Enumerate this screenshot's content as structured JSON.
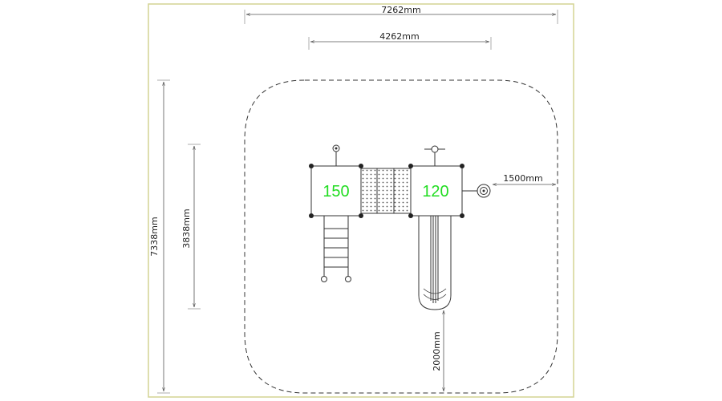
{
  "dimensions": {
    "overall_width": "7262mm",
    "structure_width": "4262mm",
    "overall_length": "7338mm",
    "structure_length": "3838mm",
    "side_clearance": "1500mm",
    "slide_clearance": "2000mm"
  },
  "platforms": {
    "left_height": "150",
    "right_height": "120"
  },
  "colors": {
    "frame": "#d4d493",
    "height_label": "#22dd22",
    "lines": "#333333"
  }
}
